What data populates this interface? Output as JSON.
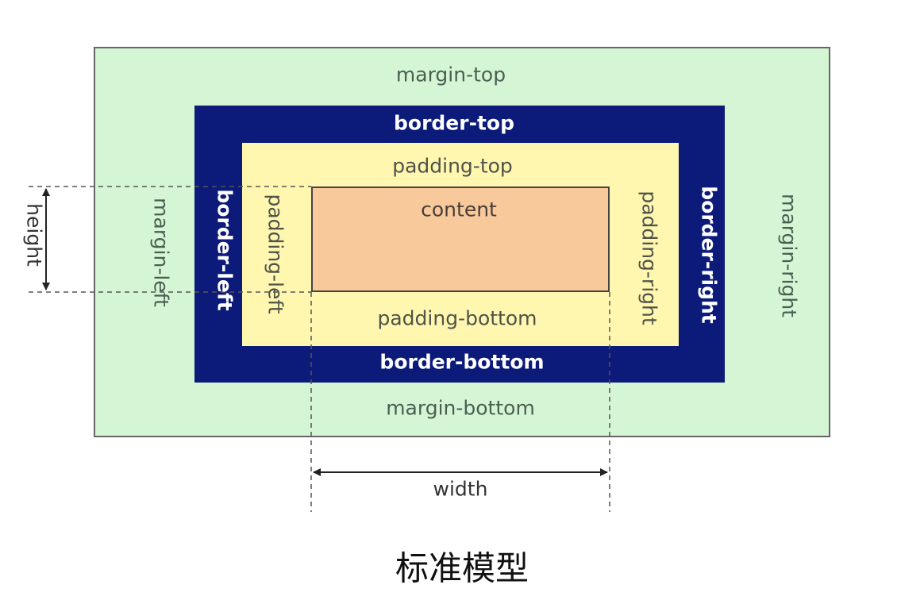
{
  "labels": {
    "margin_top": "margin-top",
    "margin_bottom": "margin-bottom",
    "margin_left": "margin-left",
    "margin_right": "margin-right",
    "border_top": "border-top",
    "border_bottom": "border-bottom",
    "border_left": "border-left",
    "border_right": "border-right",
    "padding_top": "padding-top",
    "padding_bottom": "padding-bottom",
    "padding_left": "padding-left",
    "padding_right": "padding-right",
    "content": "content",
    "width": "width",
    "height": "height"
  },
  "caption": "标准模型",
  "colors": {
    "margin": "#d5f6d5",
    "border": "#0c1a7a",
    "padding": "#fff6b0",
    "content": "#f7c99b"
  }
}
